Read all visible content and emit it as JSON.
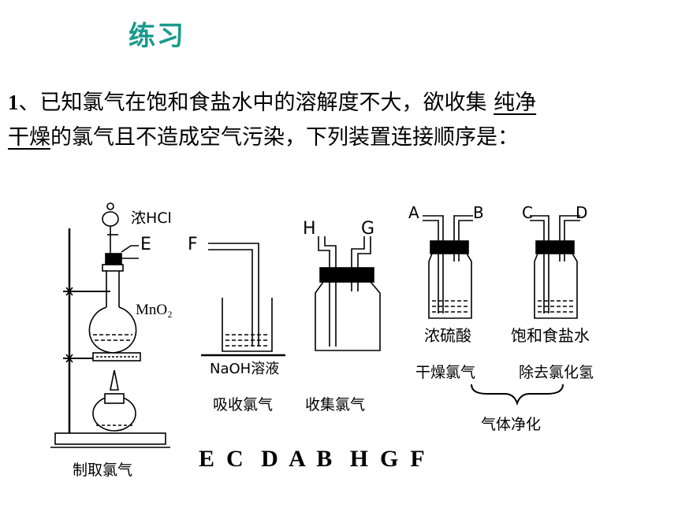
{
  "title": "练习",
  "question": {
    "number": "1",
    "text_before": "、已知氯气在饱和食盐水中的溶解度不大，欲收集",
    "underline_1": "纯净",
    "underline_2": "干燥",
    "text_after": "的氯气且不造成空气污染，下列装置连接顺序是："
  },
  "apparatus": {
    "generator": {
      "reagent_top": "浓HCl",
      "reagent_flask": "MnO₂",
      "port": "E",
      "caption": "制取氯气"
    },
    "absorber": {
      "port": "F",
      "reagent": "NaOH溶液",
      "caption": "吸收氯气"
    },
    "collector": {
      "port_left": "H",
      "port_right": "G",
      "caption": "收集氯气"
    },
    "dryer": {
      "port_left": "A",
      "port_right": "B",
      "reagent": "浓硫酸",
      "caption": "干燥氯气"
    },
    "washer": {
      "port_left": "C",
      "port_right": "D",
      "reagent": "饱和食盐水",
      "caption": "除去氯化氢"
    },
    "group_caption": "气体净化"
  },
  "answer": "E  C   D  A  B   H  G  F"
}
